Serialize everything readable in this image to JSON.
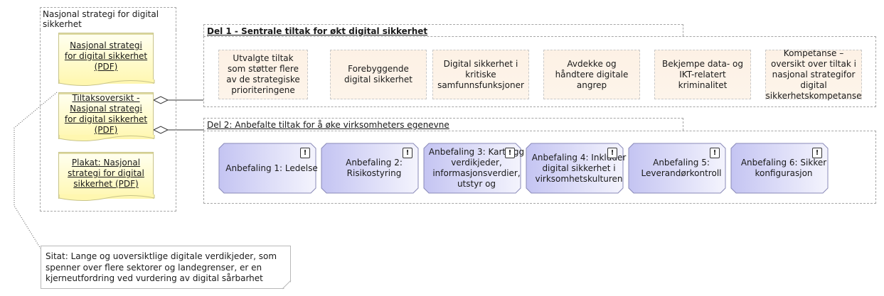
{
  "strategy_group": {
    "title": "Nasjonal strategi for digital sikkerhet"
  },
  "documents": [
    {
      "label": "Nasjonal strategi for digital sikkerhet (PDF)"
    },
    {
      "label": "Tiltaksoversikt - Nasjonal strategi for digital sikkerhet (PDF)"
    },
    {
      "label": "Plakat: Nasjonal strategi for digital sikkerhet (PDF)"
    }
  ],
  "part1": {
    "title": "Del 1 - Sentrale tiltak for økt digital sikkerhet",
    "actions": [
      {
        "label": "Utvalgte tiltak som støtter flere av de strategiske prioriteringene"
      },
      {
        "label": "Forebyggende digital sikkerhet"
      },
      {
        "label": "Digital sikkerhet i kritiske samfunnsfunksjoner"
      },
      {
        "label": "Avdekke og håndtere digitale angrep"
      },
      {
        "label": "Bekjempe data- og IKT-relatert kriminalitet"
      },
      {
        "label": "Kompetanse – oversikt over tiltak i nasjonal strategifor digital sikkerhetskompetanse"
      }
    ]
  },
  "part2": {
    "title": "Del 2: Anbefalte tiltak for å øke virksomheters egenevne",
    "recommendations": [
      {
        "label": "Anbefaling 1: Ledelse"
      },
      {
        "label": "Anbefaling 2: Risikostyring"
      },
      {
        "label": "Anbefaling 3: Kartlegg verdikjeder, informasjonsverdier, utstyr og"
      },
      {
        "label": "Anbefaling 4: Inkluder digital sikkerhet i virksomhetskulturen"
      },
      {
        "label": "Anbefaling 5: Leverandørkontroll"
      },
      {
        "label": "Anbefaling 6: Sikker konfigurasjon"
      }
    ],
    "icon_glyph": "!"
  },
  "note": {
    "text": "Sitat: Lange og uoversiktlige digitale verdikjeder, som spenner over flere sektorer og landegrenser, er en kjerneutfordring ved vurdering av digital sårbarhet"
  },
  "colors": {
    "document_fill": "#fffac4",
    "action_fill": "#fdf1e5",
    "recommendation_fill": "#d4d4f6",
    "frame": "#a6a6a6"
  }
}
